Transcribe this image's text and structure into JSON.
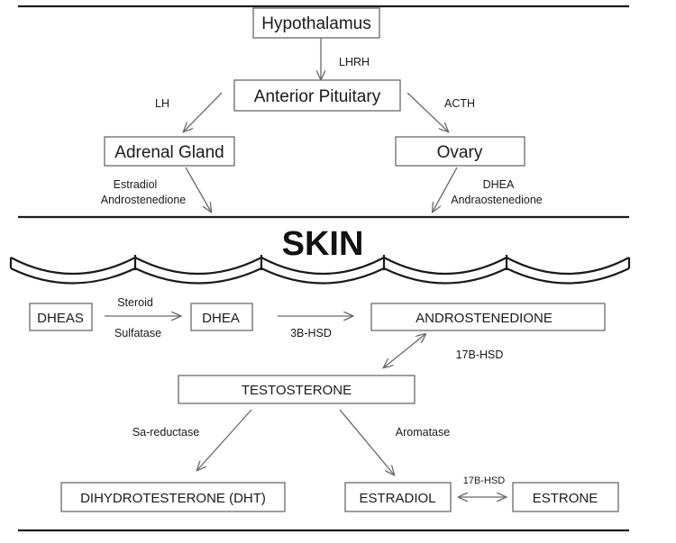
{
  "nodes": {
    "hypothalamus": "Hypothalamus",
    "anterior_pituitary": "Anterior Pituitary",
    "adrenal_gland": "Adrenal Gland",
    "ovary": "Ovary",
    "dheas": "DHEAS",
    "dhea": "DHEA",
    "androstenedione": "ANDROSTENEDIONE",
    "testosterone": "TESTOSTERONE",
    "dht": "DIHYDROTESTERONE (DHT)",
    "estradiol": "ESTRADIOL",
    "estrone": "ESTRONE"
  },
  "edges": {
    "lhrh": "LHRH",
    "lh": "LH",
    "acth": "ACTH",
    "adrenal_out_1": "Estradiol",
    "adrenal_out_2": "Androstenedione",
    "ovary_out_1": "DHEA",
    "ovary_out_2": "Andraostenedione",
    "steroid": "Steroid",
    "sulfatase": "Sulfatase",
    "hsd3b": "3B-HSD",
    "hsd17b_upper": "17B-HSD",
    "sa_reductase": "Sa-reductase",
    "aromatase": "Aromatase",
    "hsd17b_lower": "17B-HSD"
  },
  "section": {
    "skin_title": "SKIN"
  }
}
